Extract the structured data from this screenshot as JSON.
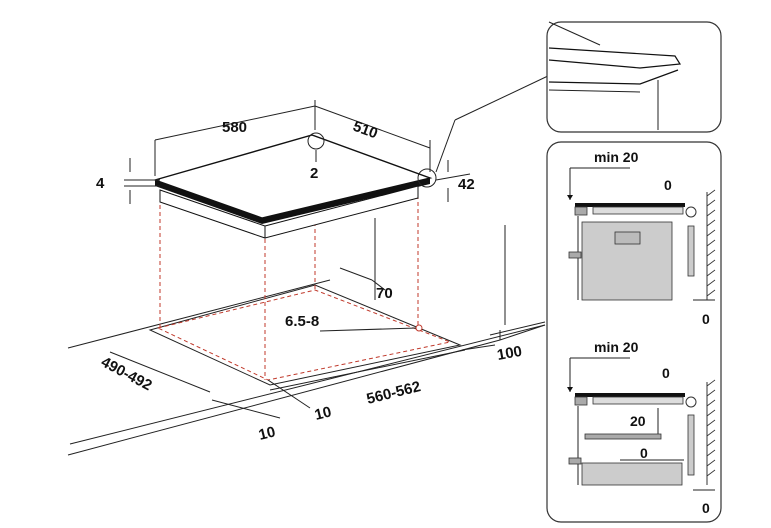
{
  "main": {
    "dims": {
      "width_580": "580",
      "depth_510": "510",
      "center_2": "2",
      "thickness_4": "4",
      "height_42": "42",
      "cut_70": "70",
      "hole_6_5_8": "6.5-8",
      "front_100": "100",
      "depth_490_492": "490-492",
      "width_560_562": "560-562",
      "margin_10_left": "10",
      "margin_10_right": "10"
    }
  },
  "detail_top": {},
  "section_a": {
    "min_label": "min 20",
    "zero_top": "0",
    "zero_bottom": "0"
  },
  "section_b": {
    "min_label": "min 20",
    "zero_top": "0",
    "twenty": "20",
    "zero_mid": "0",
    "zero_bottom": "0"
  }
}
